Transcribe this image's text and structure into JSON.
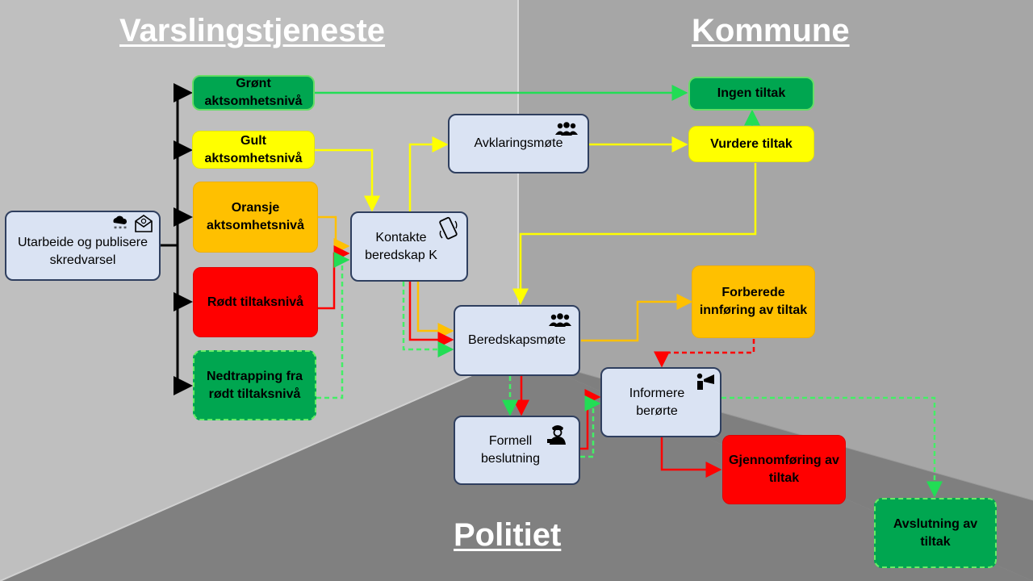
{
  "regions": {
    "varsling": "Varslingstjeneste",
    "kommune": "Kommune",
    "politiet": "Politiet"
  },
  "nodes": {
    "utarbeide": "Utarbeide og publisere skredvarsel",
    "gront": "Grønt aktsomhetsnivå",
    "gult": "Gult aktsomhetsnivå",
    "oransje": "Oransje aktsomhetsnivå",
    "rodt": "Rødt tiltaksnivå",
    "nedtrapping": "Nedtrapping fra rødt tiltaksnivå",
    "kontakte": "Kontakte beredskap K",
    "avklaring": "Avklaringsmøte",
    "ingen": "Ingen tiltak",
    "vurdere": "Vurdere tiltak",
    "beredskapsmote": "Beredskapsmøte",
    "forberede": "Forberede innføring av tiltak",
    "formell": "Formell beslutning",
    "informere": "Informere berørte",
    "gjennomforing": "Gjennomføring av tiltak",
    "avslutning": "Avslutning av tiltak"
  },
  "colors": {
    "green": "#00a650",
    "yellow": "#ffff00",
    "orange": "#ffc000",
    "red": "#ff0000",
    "blue": "#dae3f3",
    "dashed_green": "#44ee66"
  },
  "icons": {
    "utarbeide": [
      "snow-cloud-icon",
      "email-icon"
    ],
    "kontakte": "phone-icon",
    "avklaring": "group-icon",
    "beredskapsmote": "group-icon",
    "formell": "officer-icon",
    "informere": "megaphone-icon"
  }
}
